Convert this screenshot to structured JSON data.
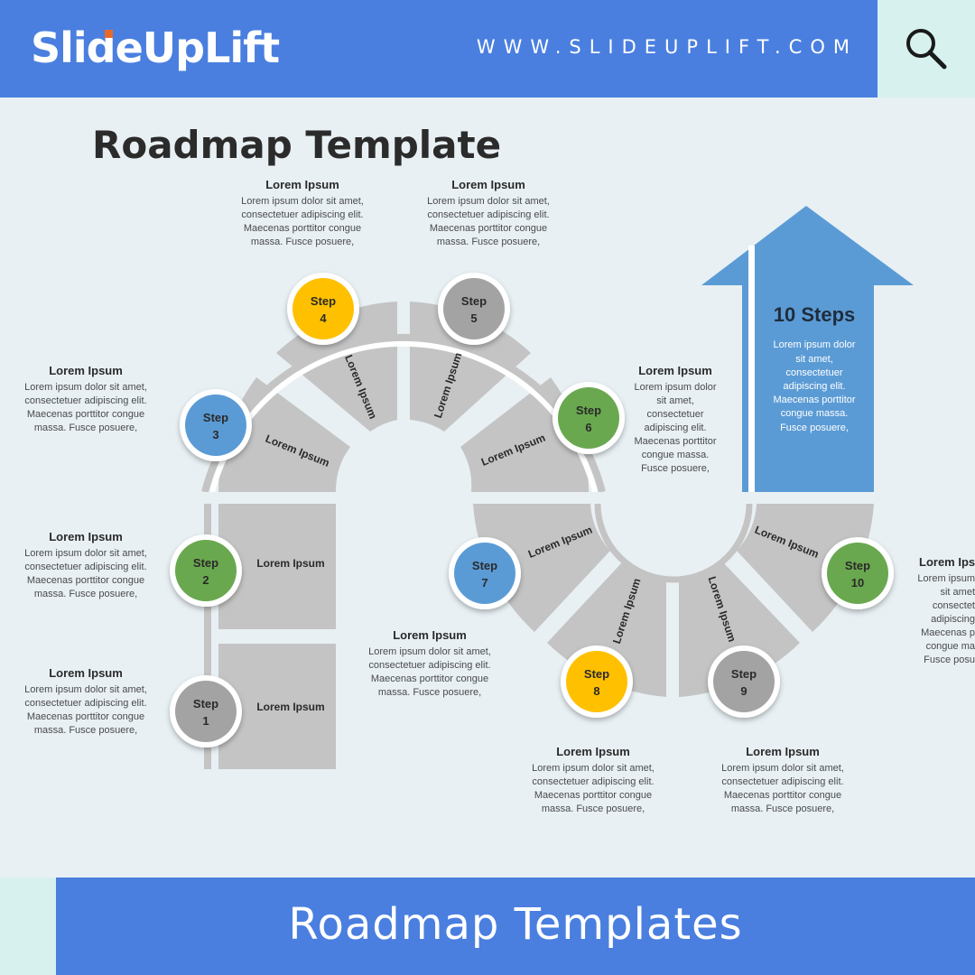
{
  "header": {
    "logo": "SlideUpLift",
    "url": "WWW.SLIDEUPLIFT.COM",
    "search_icon": "search-icon"
  },
  "slide": {
    "title": "Roadmap Template",
    "arrow": {
      "title": "10 Steps",
      "lines": [
        "Lorem ipsum dolor",
        "sit amet,",
        "consectetuer",
        "adipiscing elit.",
        "Maecenas porttitor",
        "congue massa.",
        "Fusce posuere,"
      ]
    },
    "steps": [
      {
        "label": "Step",
        "num": "1",
        "segment_text": "Lorem Ipsum",
        "color": "#a3a3a3"
      },
      {
        "label": "Step",
        "num": "2",
        "segment_text": "Lorem Ipsum",
        "color": "#6aa84f"
      },
      {
        "label": "Step",
        "num": "3",
        "segment_text": "Lorem Ipsum",
        "color": "#5b9bd5"
      },
      {
        "label": "Step",
        "num": "4",
        "segment_text": "Lorem Ipsum",
        "color": "#ffc000"
      },
      {
        "label": "Step",
        "num": "5",
        "segment_text": "Lorem Ipsum",
        "color": "#a3a3a3"
      },
      {
        "label": "Step",
        "num": "6",
        "segment_text": "Lorem Ipsum",
        "color": "#6aa84f"
      },
      {
        "label": "Step",
        "num": "7",
        "segment_text": "Lorem Ipsum",
        "color": "#5b9bd5"
      },
      {
        "label": "Step",
        "num": "8",
        "segment_text": "Lorem Ipsum",
        "color": "#ffc000"
      },
      {
        "label": "Step",
        "num": "9",
        "segment_text": "Lorem Ipsum",
        "color": "#a3a3a3"
      },
      {
        "label": "Step",
        "num": "10",
        "segment_text": "Lorem Ipsum",
        "color": "#6aa84f"
      }
    ],
    "blocks": [
      {
        "heading": "Lorem Ipsum",
        "lines": [
          "Lorem ipsum dolor sit amet,",
          "consectetuer adipiscing elit.",
          "Maecenas porttitor congue",
          "massa. Fusce posuere,"
        ]
      },
      {
        "heading": "Lorem Ipsum",
        "lines": [
          "Lorem ipsum dolor sit amet,",
          "consectetuer adipiscing elit.",
          "Maecenas porttitor congue",
          "massa. Fusce posuere,"
        ]
      },
      {
        "heading": "Lorem Ipsum",
        "lines": [
          "Lorem ipsum dolor sit amet,",
          "consectetuer adipiscing elit.",
          "Maecenas porttitor congue",
          "massa. Fusce posuere,"
        ]
      },
      {
        "heading": "Lorem Ipsum",
        "lines": [
          "Lorem ipsum dolor sit amet,",
          "consectetuer adipiscing elit.",
          "Maecenas porttitor congue",
          "massa. Fusce posuere,"
        ]
      },
      {
        "heading": "Lorem Ipsum",
        "lines": [
          "Lorem ipsum dolor sit amet,",
          "consectetuer adipiscing elit.",
          "Maecenas porttitor congue",
          "massa. Fusce posuere,"
        ]
      },
      {
        "heading": "Lorem Ipsum",
        "lines": [
          "Lorem ipsum dolor",
          "sit amet,",
          "consectetuer",
          "adipiscing elit.",
          "Maecenas porttitor",
          "congue massa.",
          "Fusce posuere,"
        ]
      },
      {
        "heading": "Lorem Ipsum",
        "lines": [
          "Lorem ipsum dolor sit amet,",
          "consectetuer adipiscing elit.",
          "Maecenas porttitor congue",
          "massa. Fusce posuere,"
        ]
      },
      {
        "heading": "Lorem Ipsum",
        "lines": [
          "Lorem ipsum dolor sit amet,",
          "consectetuer adipiscing elit.",
          "Maecenas porttitor congue",
          "massa. Fusce posuere,"
        ]
      },
      {
        "heading": "Lorem Ipsum",
        "lines": [
          "Lorem ipsum dolor sit amet,",
          "consectetuer adipiscing elit.",
          "Maecenas porttitor congue",
          "massa. Fusce posuere,"
        ]
      },
      {
        "heading": "Lorem Ipsum",
        "lines": [
          "Lorem ipsum",
          "sit amet",
          "consectet",
          "adipiscing",
          "Maecenas p",
          "congue ma",
          "Fusce posu"
        ]
      }
    ]
  },
  "colors": {
    "brand_blue": "#4a7fe0",
    "mint": "#d7f1ee",
    "segment_gray": "#c4c4c4",
    "arrow_blue": "#5b9bd5"
  },
  "footer": {
    "title": "Roadmap Templates"
  }
}
